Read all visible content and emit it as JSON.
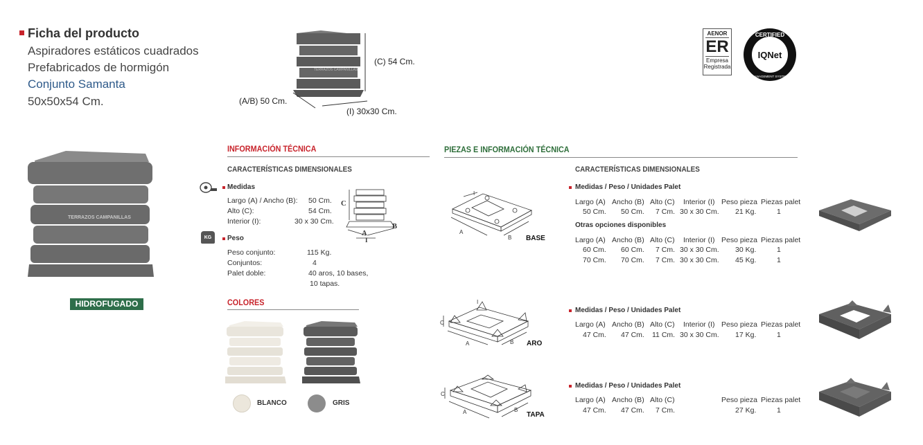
{
  "header": {
    "title": "Ficha del producto",
    "lines": [
      "Aspiradores estáticos cuadrados",
      "Prefabricados de hormigón"
    ],
    "subtitle_blue": "Conjunto Samanta",
    "size": "50x50x54 Cm."
  },
  "top_figure": {
    "dim_c": "(C) 54 Cm.",
    "dim_ab": "(A/B) 50 Cm.",
    "dim_i": "(I) 30x30 Cm.",
    "watermark": "TERRAZOS CAMPANILLAS"
  },
  "certs": {
    "aenor_top": "AENOR",
    "aenor_mark": "ER",
    "aenor_bottom1": "Empresa",
    "aenor_bottom2": "Registrada",
    "iqnet_top": "CERTIFIED",
    "iqnet_mid": "IQNet",
    "iqnet_bottom": "MANAGEMENT SYSTEM"
  },
  "badge": "HIDROFUGADO",
  "info": {
    "title": "INFORMACIÓN TÉCNICA",
    "dim_title": "CARACTERÍSTICAS DIMENSIONALES",
    "medidas_label": "Medidas",
    "medidas_rows": [
      {
        "k": "Largo (A) / Ancho (B):",
        "v": "50 Cm."
      },
      {
        "k": "Alto (C):",
        "v": "54 Cm."
      },
      {
        "k": "Interior (I):",
        "v": "30 x 30 Cm."
      }
    ],
    "fig_c": "C",
    "fig_a": "A",
    "fig_b": "B",
    "fig_i": "I",
    "kg_icon": "KG",
    "peso_label": "Peso",
    "peso_rows": [
      {
        "k": "Peso conjunto:",
        "v": "115 Kg."
      },
      {
        "k": "Conjuntos:",
        "v": "4"
      },
      {
        "k": "Palet doble:",
        "v": "40 aros, 10 bases,"
      },
      {
        "k": "",
        "v": "10 tapas."
      }
    ]
  },
  "colors": {
    "title": "COLORES",
    "blanco": "BLANCO",
    "gris": "GRIS",
    "blanco_hex": "#ece7dc",
    "gris_hex": "#8c8c8c"
  },
  "pieces": {
    "title": "PIEZAS E INFORMACIÓN TÉCNICA",
    "dim_title": "CARACTERÍSTICAS DIMENSIONALES",
    "section_label": "Medidas / Peso / Unidades Palet",
    "headers": [
      "Largo (A)",
      "Ancho (B)",
      "Alto (C)",
      "Interior (I)",
      "Peso pieza",
      "Piezas palet"
    ],
    "other_options": "Otras opciones disponibles",
    "base": {
      "label": "BASE",
      "row": [
        "50 Cm.",
        "50 Cm.",
        "7 Cm.",
        "30 x 30 Cm.",
        "21 Kg.",
        "1"
      ],
      "other_rows": [
        [
          "60 Cm.",
          "60 Cm.",
          "7 Cm.",
          "30 x 30 Cm.",
          "30 Kg.",
          "1"
        ],
        [
          "70 Cm.",
          "70 Cm.",
          "7 Cm.",
          "30 x 30 Cm.",
          "45 Kg.",
          "1"
        ]
      ]
    },
    "aro": {
      "label": "ARO",
      "row": [
        "47 Cm.",
        "47 Cm.",
        "11 Cm.",
        "30 x 30 Cm.",
        "17 Kg.",
        "1"
      ]
    },
    "tapa": {
      "label": "TAPA",
      "headers": [
        "Largo (A)",
        "Ancho (B)",
        "Alto (C)",
        "",
        "Peso pieza",
        "Piezas palet"
      ],
      "row": [
        "47 Cm.",
        "47 Cm.",
        "7 Cm.",
        "",
        "27 Kg.",
        "1"
      ]
    },
    "fig_a": "A",
    "fig_b": "B",
    "fig_c": "C",
    "fig_i": "I"
  }
}
